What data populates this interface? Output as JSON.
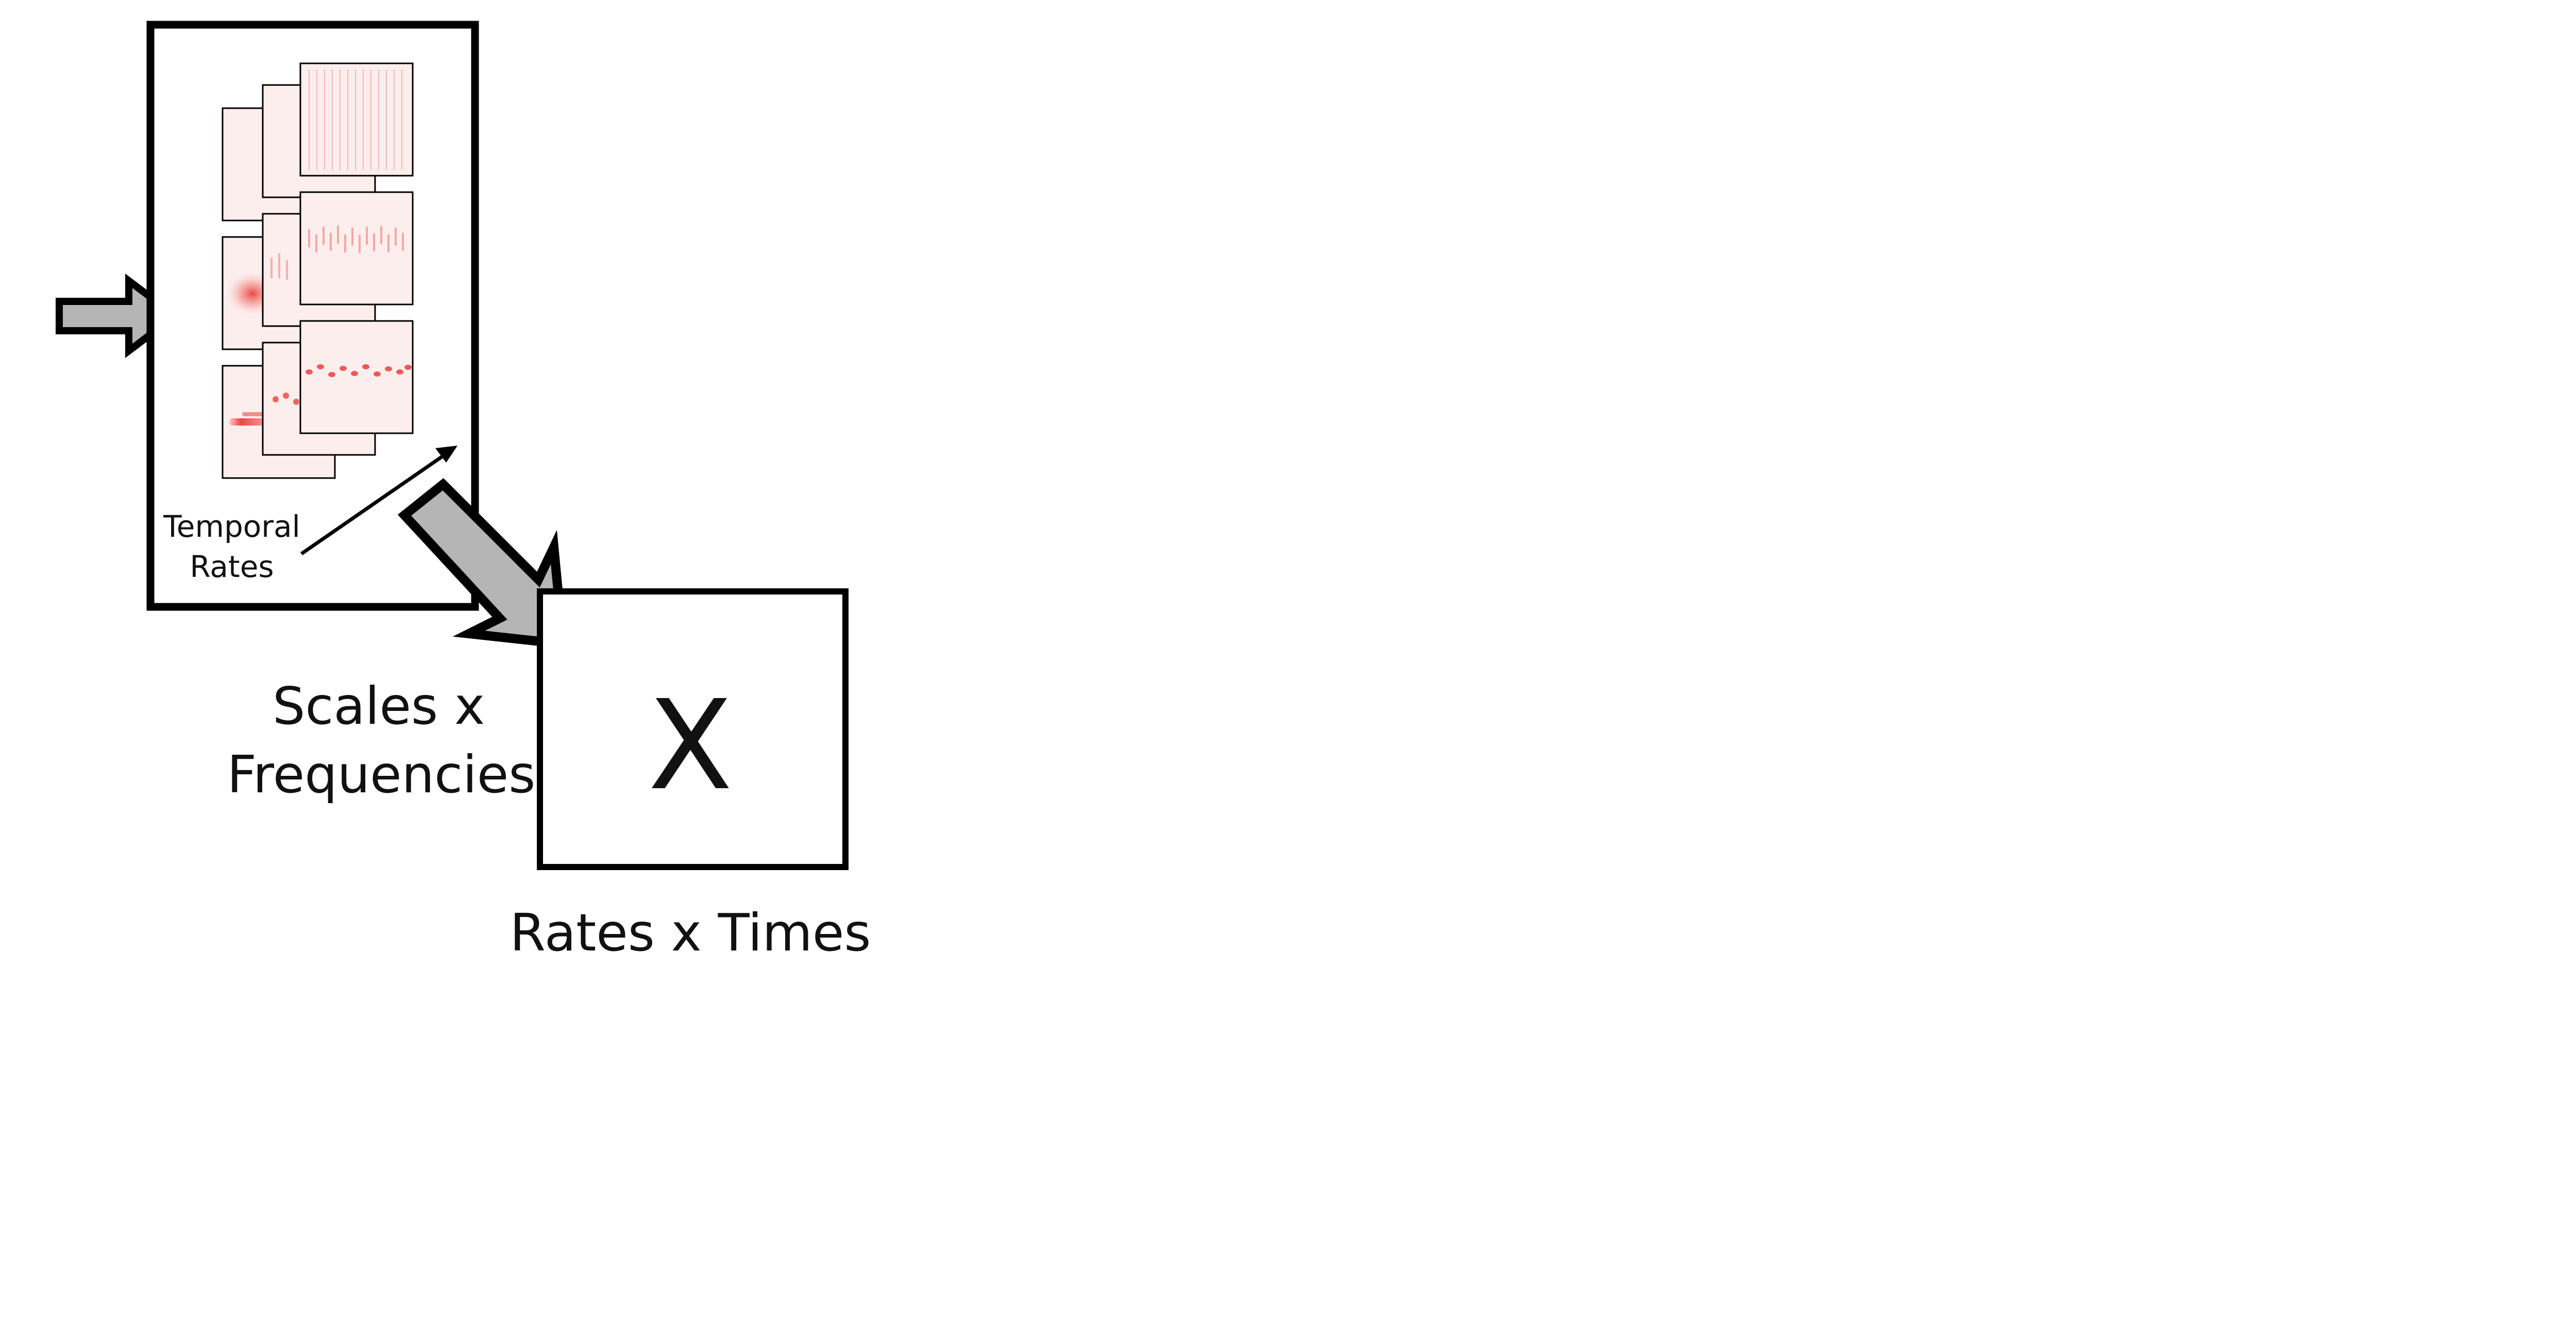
{
  "labels": {
    "temporal_line1": "Temporal",
    "temporal_line2": "Rates",
    "scales_line1": "Scales x",
    "scales_line2": "Frequencies",
    "x_symbol": "X",
    "rates_times": "Rates x Times"
  },
  "colors": {
    "stroke": "#000000",
    "arrow_fill": "#b5b5b5",
    "panel_fill": "#fdeeee",
    "heat_red": "#e8403a",
    "background": "#ffffff"
  }
}
